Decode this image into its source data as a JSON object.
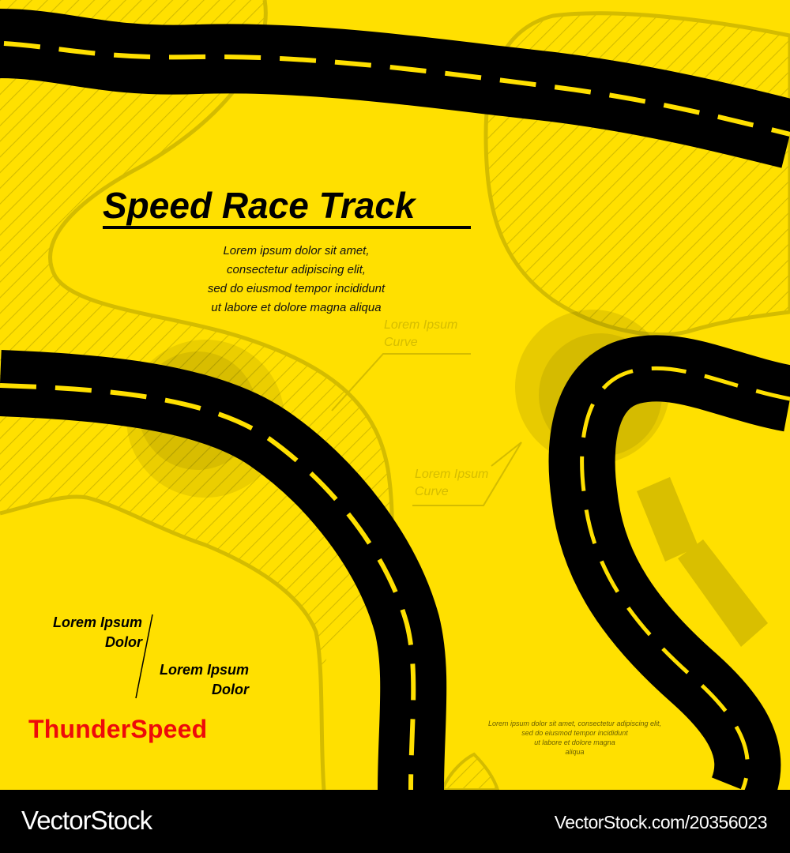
{
  "poster": {
    "title": "Speed Race Track",
    "intro_lines": [
      "Lorem ipsum dolor sit amet,",
      "consectetur adipiscing elit,",
      "sed do eiusmod tempor incididunt",
      "ut labore et dolore magna aliqua"
    ],
    "curve_labels": [
      {
        "line1": "Lorem Ipsum",
        "line2": "Curve"
      },
      {
        "line1": "Lorem Ipsum",
        "line2": "Curve"
      }
    ],
    "side_labels": [
      {
        "line1": "Lorem Ipsum",
        "line2": "Dolor"
      },
      {
        "line1": "Lorem Ipsum",
        "line2": "Dolor"
      }
    ],
    "brand": "ThunderSpeed",
    "small_text_lines": [
      "Lorem ipsum dolor sit amet, consectetur adipiscing elit,",
      "sed do eiusmod tempor incididunt",
      "ut labore et dolore magna",
      "aliqua"
    ]
  },
  "colors": {
    "background": "#ffe000",
    "road": "#000000",
    "lane_marking": "#ffe000",
    "hatch": "#d4bc00",
    "brand": "#ee0a0a"
  },
  "footer": {
    "logo": "VectorStock",
    "url": "VectorStock.com/20356023"
  }
}
